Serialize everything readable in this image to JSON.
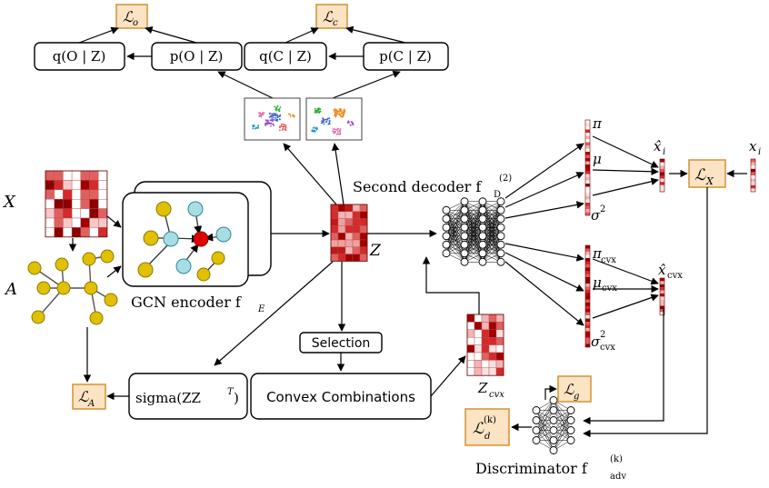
{
  "labels": {
    "X": "X",
    "A": "A",
    "Z": "Z",
    "Z_cvx": "Z",
    "Z_cvx_sub": "cvx",
    "q_O": "q(O | Z)",
    "p_O": "p(O | Z)",
    "q_C": "q(C | Z)",
    "p_C": "p(C | Z)",
    "L_o": "ℒ",
    "L_o_sub": "o",
    "L_c": "ℒ",
    "L_c_sub": "c",
    "L_A": "ℒ",
    "L_A_sub": "A",
    "L_X": "ℒ",
    "L_X_sub": "X",
    "L_g": "ℒ",
    "L_g_sub": "g",
    "L_d": "ℒ",
    "L_d_sub": "d",
    "L_d_sup": "(k)",
    "gcn_encoder": "GCN encoder f",
    "gcn_encoder_sub": "E",
    "second_decoder": "Second decoder f",
    "second_decoder_sub": "D",
    "second_decoder_sup": "(2)",
    "selection": "Selection",
    "convex_combinations": "Convex Combinations",
    "sigma": "sigma(ZZ",
    "sigma_sup": "T",
    "sigma_close": ")",
    "discriminator": "Discriminator f",
    "discriminator_sub": "adv",
    "discriminator_sup": "(k)",
    "pi": "π",
    "mu": "μ",
    "sigma2": "σ",
    "sigma2_sup": "2",
    "pi_cvx": "π",
    "mu_cvx": "μ",
    "sigma2_cvx": "σ",
    "cvx_sub": "cvx",
    "x_hat_i": "x̂",
    "x_hat_i_sub": "i",
    "x_i": "x",
    "x_i_sub": "i",
    "x_hat_cvx": "x̂",
    "x_hat_cvx_sub": "cvx"
  },
  "colors": {
    "loss_fill": "#fbe3c4",
    "loss_stroke": "#d49a3c",
    "node_yellow": "#e0c000",
    "node_cyan": "#a8dde4",
    "node_red": "#e00000",
    "heat_dark": "#8b0000",
    "heat_mid": "#d42a2a",
    "heat_light": "#f4c0c0"
  }
}
